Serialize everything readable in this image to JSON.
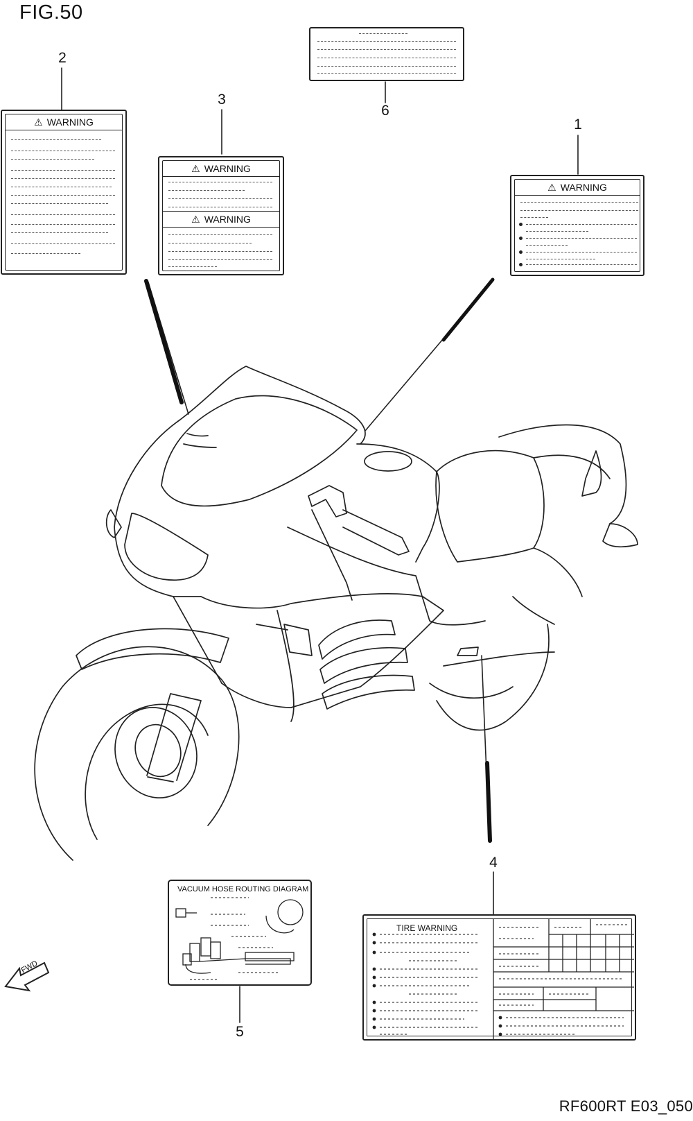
{
  "figure": {
    "title": "FIG.50",
    "code": "RF600RT E03_050"
  },
  "callouts": [
    "1",
    "2",
    "3",
    "4",
    "5",
    "6"
  ],
  "labels": {
    "warning_text": "WARNING",
    "vacuum_title": "VACUUM HOSE ROUTING DIAGRAM",
    "tire_title": "TIRE WARNING",
    "fwd_text": "FWD"
  },
  "icons": {
    "warning": "warning-triangle-icon",
    "forward": "forward-arrow-icon"
  },
  "colors": {
    "line": "#222222",
    "background": "#ffffff"
  }
}
